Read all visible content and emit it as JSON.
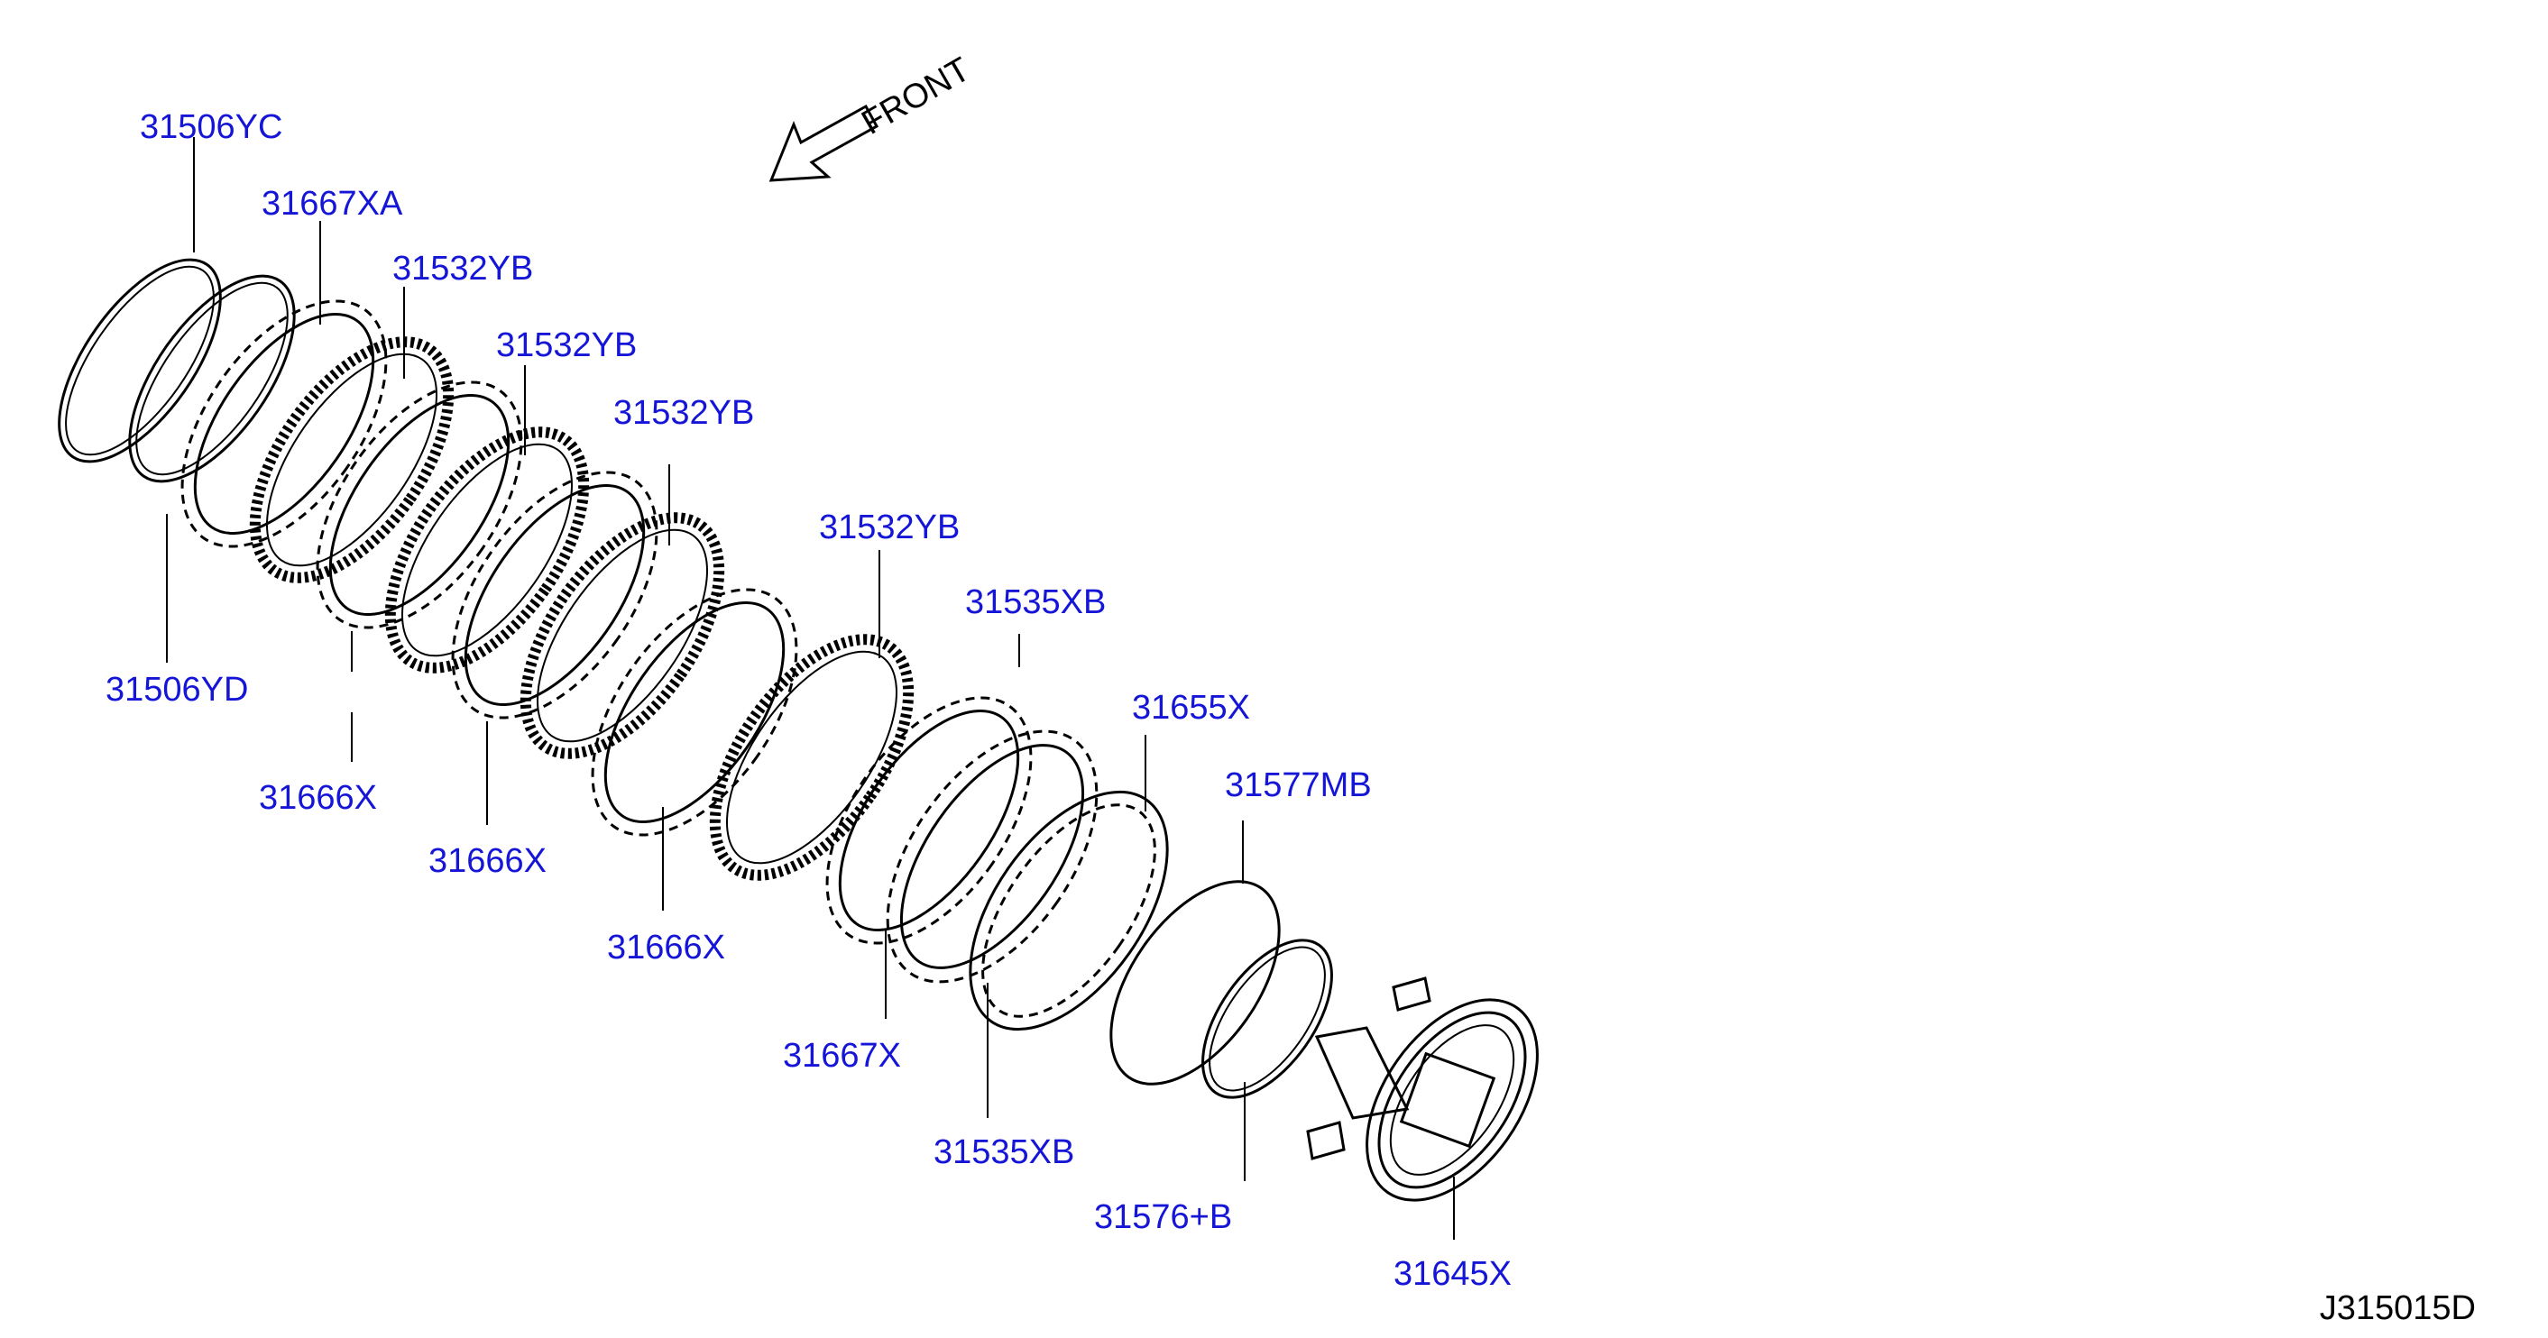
{
  "diagram_code": "J315015D",
  "front_text": "FRONT",
  "colors": {
    "label": "#1515d8",
    "line": "#000000",
    "background": "#ffffff"
  },
  "labels": [
    {
      "id": "31506YC",
      "text": "31506YC"
    },
    {
      "id": "31667XA",
      "text": "31667XA"
    },
    {
      "id": "31532YB-1",
      "text": "31532YB"
    },
    {
      "id": "31532YB-2",
      "text": "31532YB"
    },
    {
      "id": "31532YB-3",
      "text": "31532YB"
    },
    {
      "id": "31532YB-4",
      "text": "31532YB"
    },
    {
      "id": "31535XB-1",
      "text": "31535XB"
    },
    {
      "id": "31655X",
      "text": "31655X"
    },
    {
      "id": "31577MB",
      "text": "31577MB"
    },
    {
      "id": "31506YD",
      "text": "31506YD"
    },
    {
      "id": "31666X-1",
      "text": "31666X"
    },
    {
      "id": "31666X-2",
      "text": "31666X"
    },
    {
      "id": "31666X-3",
      "text": "31666X"
    },
    {
      "id": "31667X",
      "text": "31667X"
    },
    {
      "id": "31535XB-2",
      "text": "31535XB"
    },
    {
      "id": "31576B",
      "text": "31576+B"
    },
    {
      "id": "31645X",
      "text": "31645X"
    }
  ]
}
